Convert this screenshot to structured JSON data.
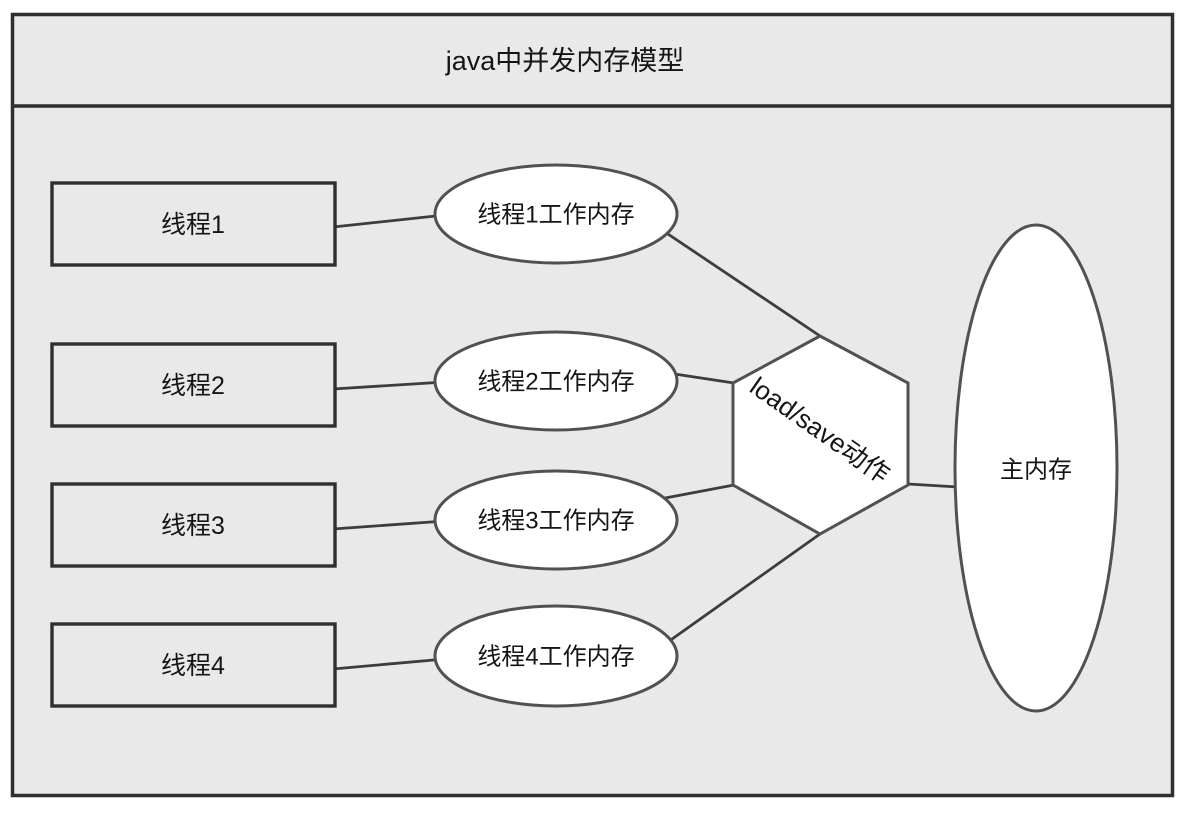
{
  "title": "java中并发内存模型",
  "threads": [
    {
      "label": "线程1",
      "memory_label": "线程1工作内存"
    },
    {
      "label": "线程2",
      "memory_label": "线程2工作内存"
    },
    {
      "label": "线程3",
      "memory_label": "线程3工作内存"
    },
    {
      "label": "线程4",
      "memory_label": "线程4工作内存"
    }
  ],
  "hexagon_label": "load/save动作",
  "main_memory_label": "主内存",
  "colors": {
    "background": "#e9e9e9",
    "frame": "#2f2f2f",
    "shape_fill": "#ffffff",
    "shape_stroke": "#515151",
    "connector": "#3d3d3d",
    "text": "#151515"
  }
}
